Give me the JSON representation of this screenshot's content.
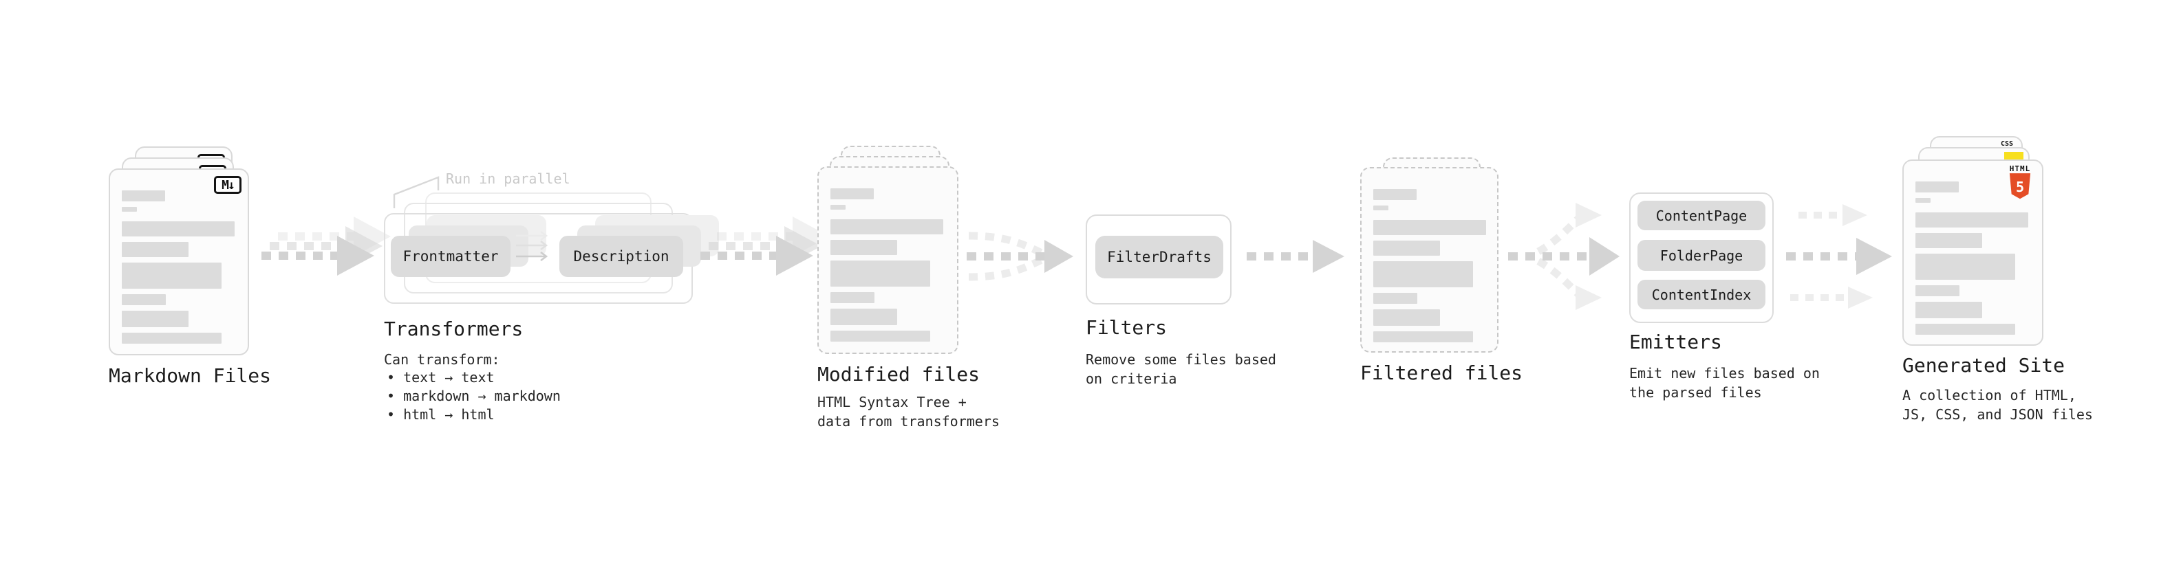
{
  "colors": {
    "ink": "#1f1f1f",
    "muted": "#c9c9c9",
    "card_border": "#d9d9d9",
    "card_bg": "#fcfcfc",
    "bar": "#dcdcdc",
    "pill": "#dcdcdc",
    "html5_orange": "#e44d26",
    "js_yellow": "#f7df1e",
    "css_blue": "#2965f1"
  },
  "stages": {
    "markdown_files": {
      "label": "Markdown Files",
      "file_icon": "M↓"
    },
    "transformers": {
      "label": "Transformers",
      "annotation": "Run in parallel",
      "nodes": [
        "Frontmatter",
        "Description"
      ],
      "desc_heading": "Can transform:",
      "bullets": [
        "• text → text",
        "• markdown → markdown",
        "• html → html"
      ]
    },
    "modified_files": {
      "label": "Modified files",
      "desc_lines": [
        "HTML Syntax Tree +",
        "data from transformers"
      ]
    },
    "filters": {
      "label": "Filters",
      "nodes": [
        "FilterDrafts"
      ],
      "desc_lines": [
        "Remove some files based",
        "on criteria"
      ]
    },
    "filtered_files": {
      "label": "Filtered files"
    },
    "emitters": {
      "label": "Emitters",
      "nodes": [
        "ContentPage",
        "FolderPage",
        "ContentIndex"
      ],
      "desc_lines": [
        "Emit new files based on",
        "the parsed files"
      ]
    },
    "generated_site": {
      "label": "Generated Site",
      "desc_lines": [
        "A collection of HTML,",
        "JS, CSS, and JSON files"
      ],
      "html5_icon_title": "HTML",
      "html5_icon_number": "5",
      "css_icon_label": "CSS"
    }
  }
}
